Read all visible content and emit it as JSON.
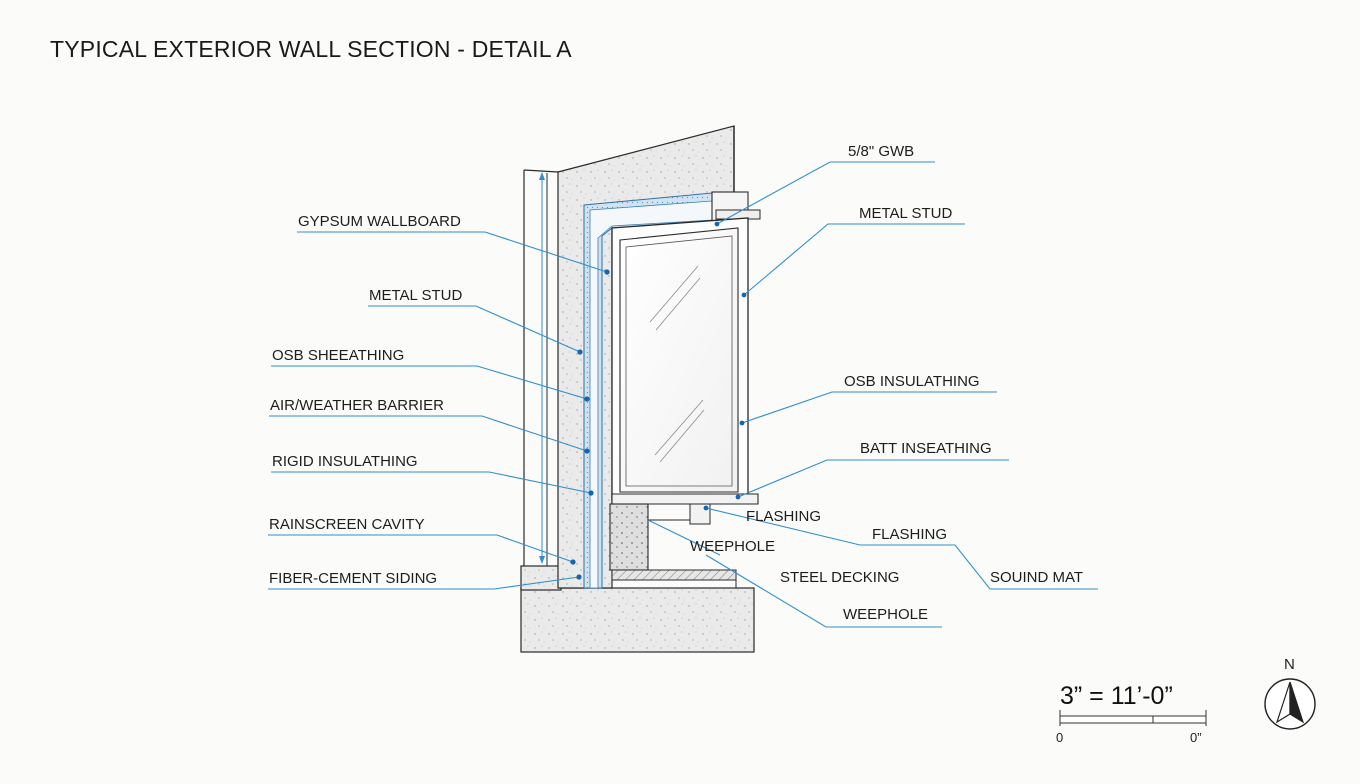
{
  "title": "TYPICAL EXTERIOR WALL SECTION - DETAIL A",
  "colors": {
    "leader": "#2f8fcf",
    "dot": "#1565b3",
    "ink": "#2a2a2a",
    "concrete": "#e9e9e9",
    "background": "#fbfbfa"
  },
  "labels_left": [
    "GYPSUM WALLBOARD",
    "METAL STUD",
    "OSB SHEEATHING",
    "AIR/WEATHER BARRIER",
    "RIGID INSULATHING",
    "RAINSCREEN CAVITY",
    "FIBER-CEMENT SIDING"
  ],
  "labels_right": [
    "5/8\" GWB",
    "METAL STUD",
    "OSB INSULATHING",
    "BATT INSEATHING",
    "FLASHING",
    "FLASHING",
    "WEEPHOLE",
    "STEEL DECKING",
    "SOUIND MAT",
    "WEEPHOLE"
  ],
  "scale": {
    "text": "3” = 11’-0”",
    "start": "0",
    "end": "0”"
  },
  "north": {
    "letter": "N",
    "icon": "north-arrow-icon"
  }
}
